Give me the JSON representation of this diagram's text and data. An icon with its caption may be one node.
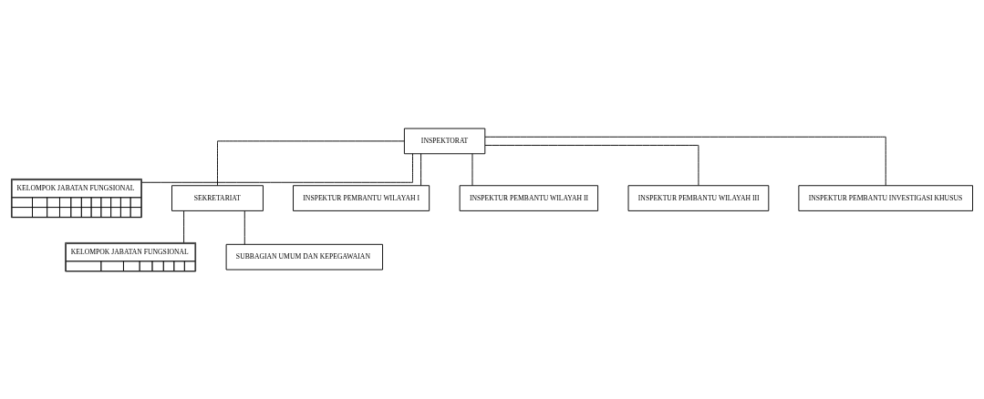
{
  "diagram": {
    "nodes": [
      {
        "text": [
          "INSPEKTORAT"
        ]
      },
      {
        "text": [
          "KELOMPOK JABATAN FUNGSIONAL"
        ]
      },
      {
        "text": [
          "SEKRETARIAT"
        ]
      },
      {
        "text": [
          "KELOMPOK JABATAN FUNGSIONAL"
        ]
      },
      {
        "text": [
          "SUBBAGIAN UMUM DAN KEPEGAWAIAN"
        ]
      },
      {
        "text": [
          "INSPEKTUR PEMBANTU WILAYAH I"
        ]
      },
      {
        "text": [
          "INSPEKTUR PEMBANTU WILAYAH II"
        ]
      },
      {
        "text": [
          "INSPEKTUR PEMBANTU WILAYAH III"
        ]
      },
      {
        "text": [
          "INSPEKTUR PEMBANTU INVESTIGASI KHUSUS"
        ]
      }
    ],
    "edges": [
      {
        "from": 0,
        "to": 1,
        "arrow": "none"
      },
      {
        "from": 0,
        "to": 2,
        "arrow": "none"
      },
      {
        "from": 2,
        "to": 3,
        "arrow": "none"
      },
      {
        "from": 2,
        "to": 4,
        "arrow": "none"
      },
      {
        "from": 0,
        "to": 5,
        "arrow": "none"
      },
      {
        "from": 0,
        "to": 6,
        "arrow": "none"
      },
      {
        "from": 0,
        "to": 7,
        "arrow": "none"
      },
      {
        "from": 0,
        "to": 8,
        "arrow": "none"
      }
    ]
  }
}
